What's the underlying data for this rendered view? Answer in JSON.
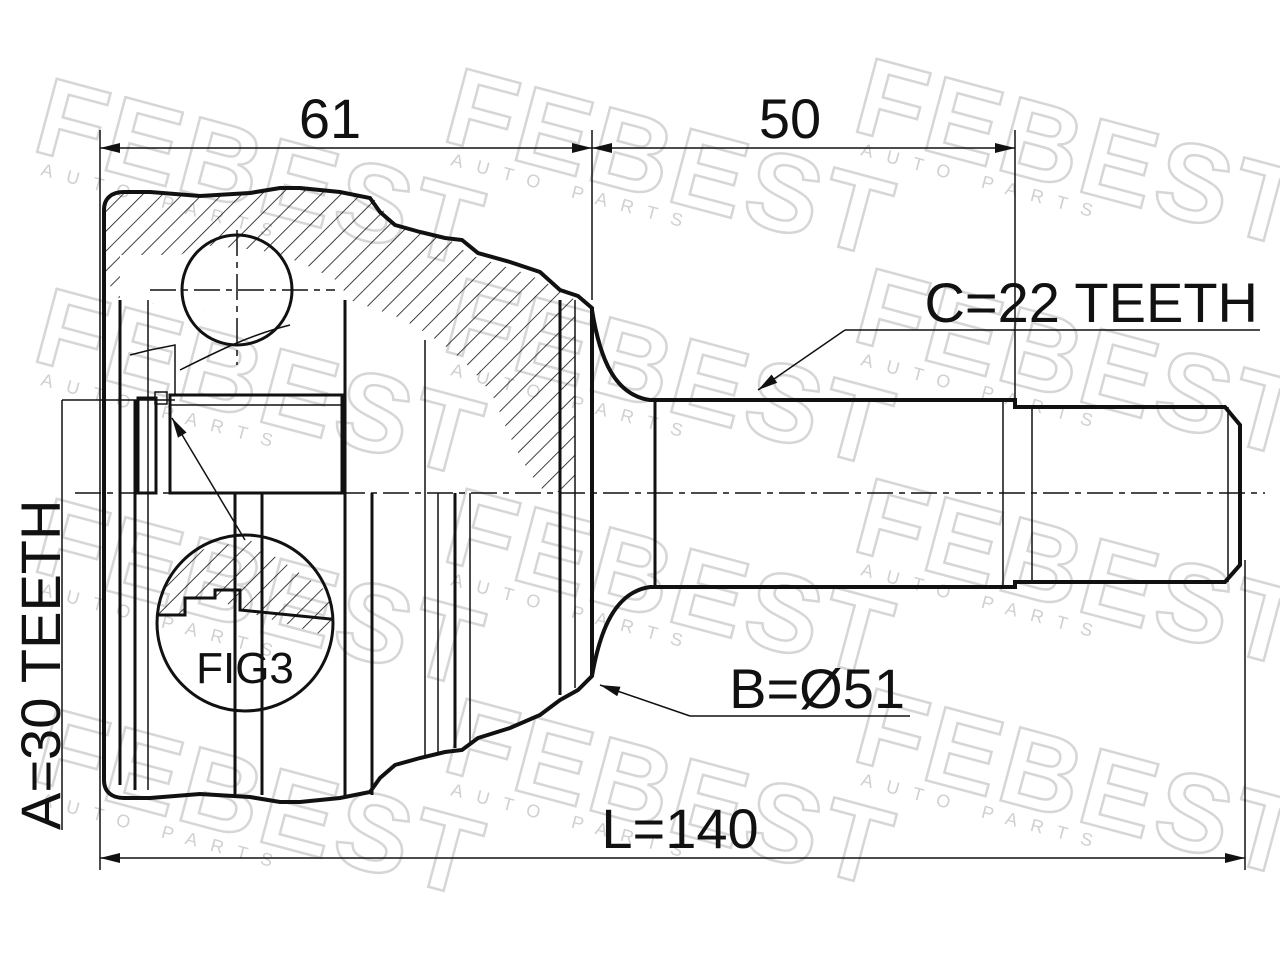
{
  "watermark": {
    "brand": "FEBEST",
    "sub": "AUTO PARTS"
  },
  "dimensions": {
    "dim_61": "61",
    "dim_50": "50",
    "outer_teeth": "C=22 TEETH",
    "outer_diameter": "B=Ø51",
    "inner_teeth": "A=30 TEETH",
    "total_length": "L=140"
  },
  "callout": {
    "fig_label": "FIG3"
  }
}
